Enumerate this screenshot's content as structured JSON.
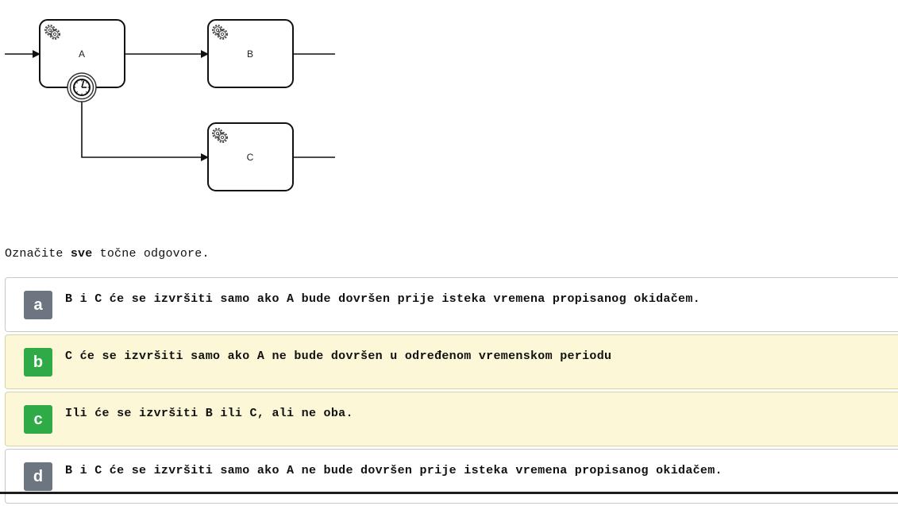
{
  "diagram": {
    "tasks": [
      {
        "label": "A"
      },
      {
        "label": "B"
      },
      {
        "label": "C"
      }
    ]
  },
  "instruction": {
    "prefix": "Označite ",
    "emphasis": "sve",
    "suffix": " točne odgovore."
  },
  "answers": [
    {
      "letter": "a",
      "text": "B i C će se izvršiti samo ako A bude dovršen prije isteka vremena propisanog okidačem.",
      "state": "neutral"
    },
    {
      "letter": "b",
      "text": "C će se izvršiti samo ako A ne bude dovršen u određenom vremenskom periodu",
      "state": "correct"
    },
    {
      "letter": "c",
      "text": "Ili će se izvršiti B ili C, ali ne oba.",
      "state": "correct"
    },
    {
      "letter": "d",
      "text": "B i C će se izvršiti samo ako A ne bude dovršen prije isteka vremena propisanog okidačem.",
      "state": "neutral"
    }
  ],
  "colors": {
    "correct_badge": "#2eaa47",
    "neutral_badge": "#6d7581",
    "selected_background": "#fcf8d7"
  }
}
